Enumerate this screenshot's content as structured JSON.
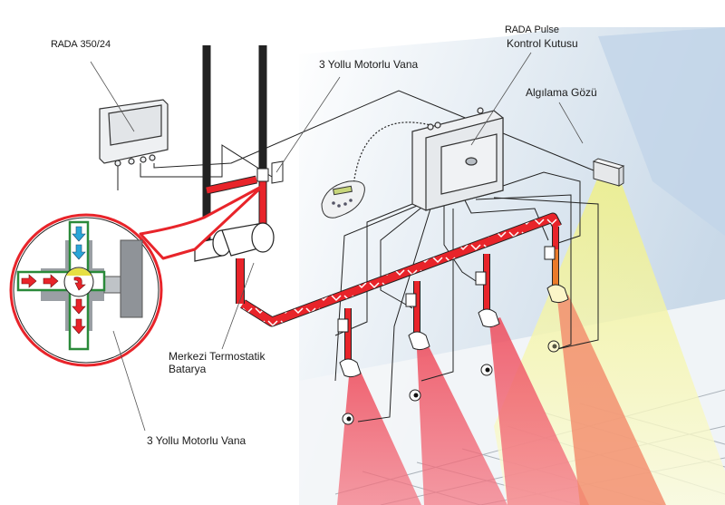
{
  "diagram": {
    "title": "RADA Pulse system layout",
    "labels": {
      "power_supply": {
        "brand": "RADA",
        "model": "350/24"
      },
      "control_box": {
        "brand": "RADA",
        "model": "Pulse",
        "name": "Kontrol Kutusu"
      },
      "sensor": "Algılama Gözü",
      "valve_top": "3 Yollu Motorlu Vana",
      "thermostatic_mixer_line1": "Merkezi Termostatik",
      "thermostatic_mixer_line2": "Batarya",
      "valve_bottom": "3 Yollu Motorlu Vana"
    },
    "colors": {
      "hot_water": "#e8242a",
      "cold_water": "#2a4fa8",
      "spray": "#f05a68",
      "sensor_beam": "#eef08a",
      "background_wall": "#c9d9e8",
      "pipe_outline": "#222222"
    },
    "shower_heads_count": 4
  }
}
